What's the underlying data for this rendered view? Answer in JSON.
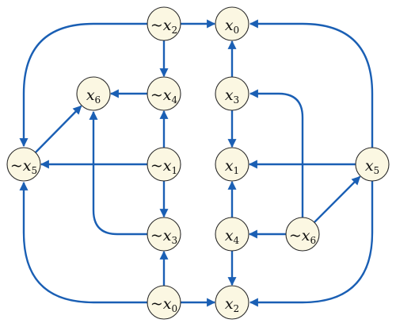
{
  "colors": {
    "edge": "#1a5fb4",
    "node_fill": "#fbf7e2",
    "node_stroke": "#2b2b2b"
  },
  "nodes": [
    {
      "id": "nx2",
      "prefix": "~",
      "base": "x",
      "sub": "2"
    },
    {
      "id": "x0",
      "prefix": "",
      "base": "x",
      "sub": "0"
    },
    {
      "id": "x6",
      "prefix": "",
      "base": "x",
      "sub": "6"
    },
    {
      "id": "nx4",
      "prefix": "~",
      "base": "x",
      "sub": "4"
    },
    {
      "id": "x3",
      "prefix": "",
      "base": "x",
      "sub": "3"
    },
    {
      "id": "nx5",
      "prefix": "~",
      "base": "x",
      "sub": "5"
    },
    {
      "id": "nx1",
      "prefix": "~",
      "base": "x",
      "sub": "1"
    },
    {
      "id": "x1",
      "prefix": "",
      "base": "x",
      "sub": "1"
    },
    {
      "id": "x5",
      "prefix": "",
      "base": "x",
      "sub": "5"
    },
    {
      "id": "nx3",
      "prefix": "~",
      "base": "x",
      "sub": "3"
    },
    {
      "id": "x4",
      "prefix": "",
      "base": "x",
      "sub": "4"
    },
    {
      "id": "nx6",
      "prefix": "~",
      "base": "x",
      "sub": "6"
    },
    {
      "id": "nx0",
      "prefix": "~",
      "base": "x",
      "sub": "0"
    },
    {
      "id": "x2",
      "prefix": "",
      "base": "x",
      "sub": "2"
    }
  ],
  "edges": [
    {
      "from": "nx2",
      "to": "x0"
    },
    {
      "from": "nx2",
      "to": "nx5"
    },
    {
      "from": "nx2",
      "to": "nx4"
    },
    {
      "from": "x5",
      "to": "x0"
    },
    {
      "from": "x3",
      "to": "x0"
    },
    {
      "from": "nx4",
      "to": "x6"
    },
    {
      "from": "nx5",
      "to": "x6"
    },
    {
      "from": "nx1",
      "to": "nx5"
    },
    {
      "from": "nx1",
      "to": "nx4"
    },
    {
      "from": "nx1",
      "to": "nx3"
    },
    {
      "from": "nx3",
      "to": "x6"
    },
    {
      "from": "x3",
      "to": "x1"
    },
    {
      "from": "nx6",
      "to": "x3"
    },
    {
      "from": "x5",
      "to": "x1"
    },
    {
      "from": "nx6",
      "to": "x5"
    },
    {
      "from": "nx6",
      "to": "x4"
    },
    {
      "from": "x4",
      "to": "x1"
    },
    {
      "from": "x4",
      "to": "x2"
    },
    {
      "from": "nx0",
      "to": "nx3"
    },
    {
      "from": "nx0",
      "to": "x2"
    },
    {
      "from": "nx0",
      "to": "nx5"
    },
    {
      "from": "x5",
      "to": "x2"
    }
  ]
}
